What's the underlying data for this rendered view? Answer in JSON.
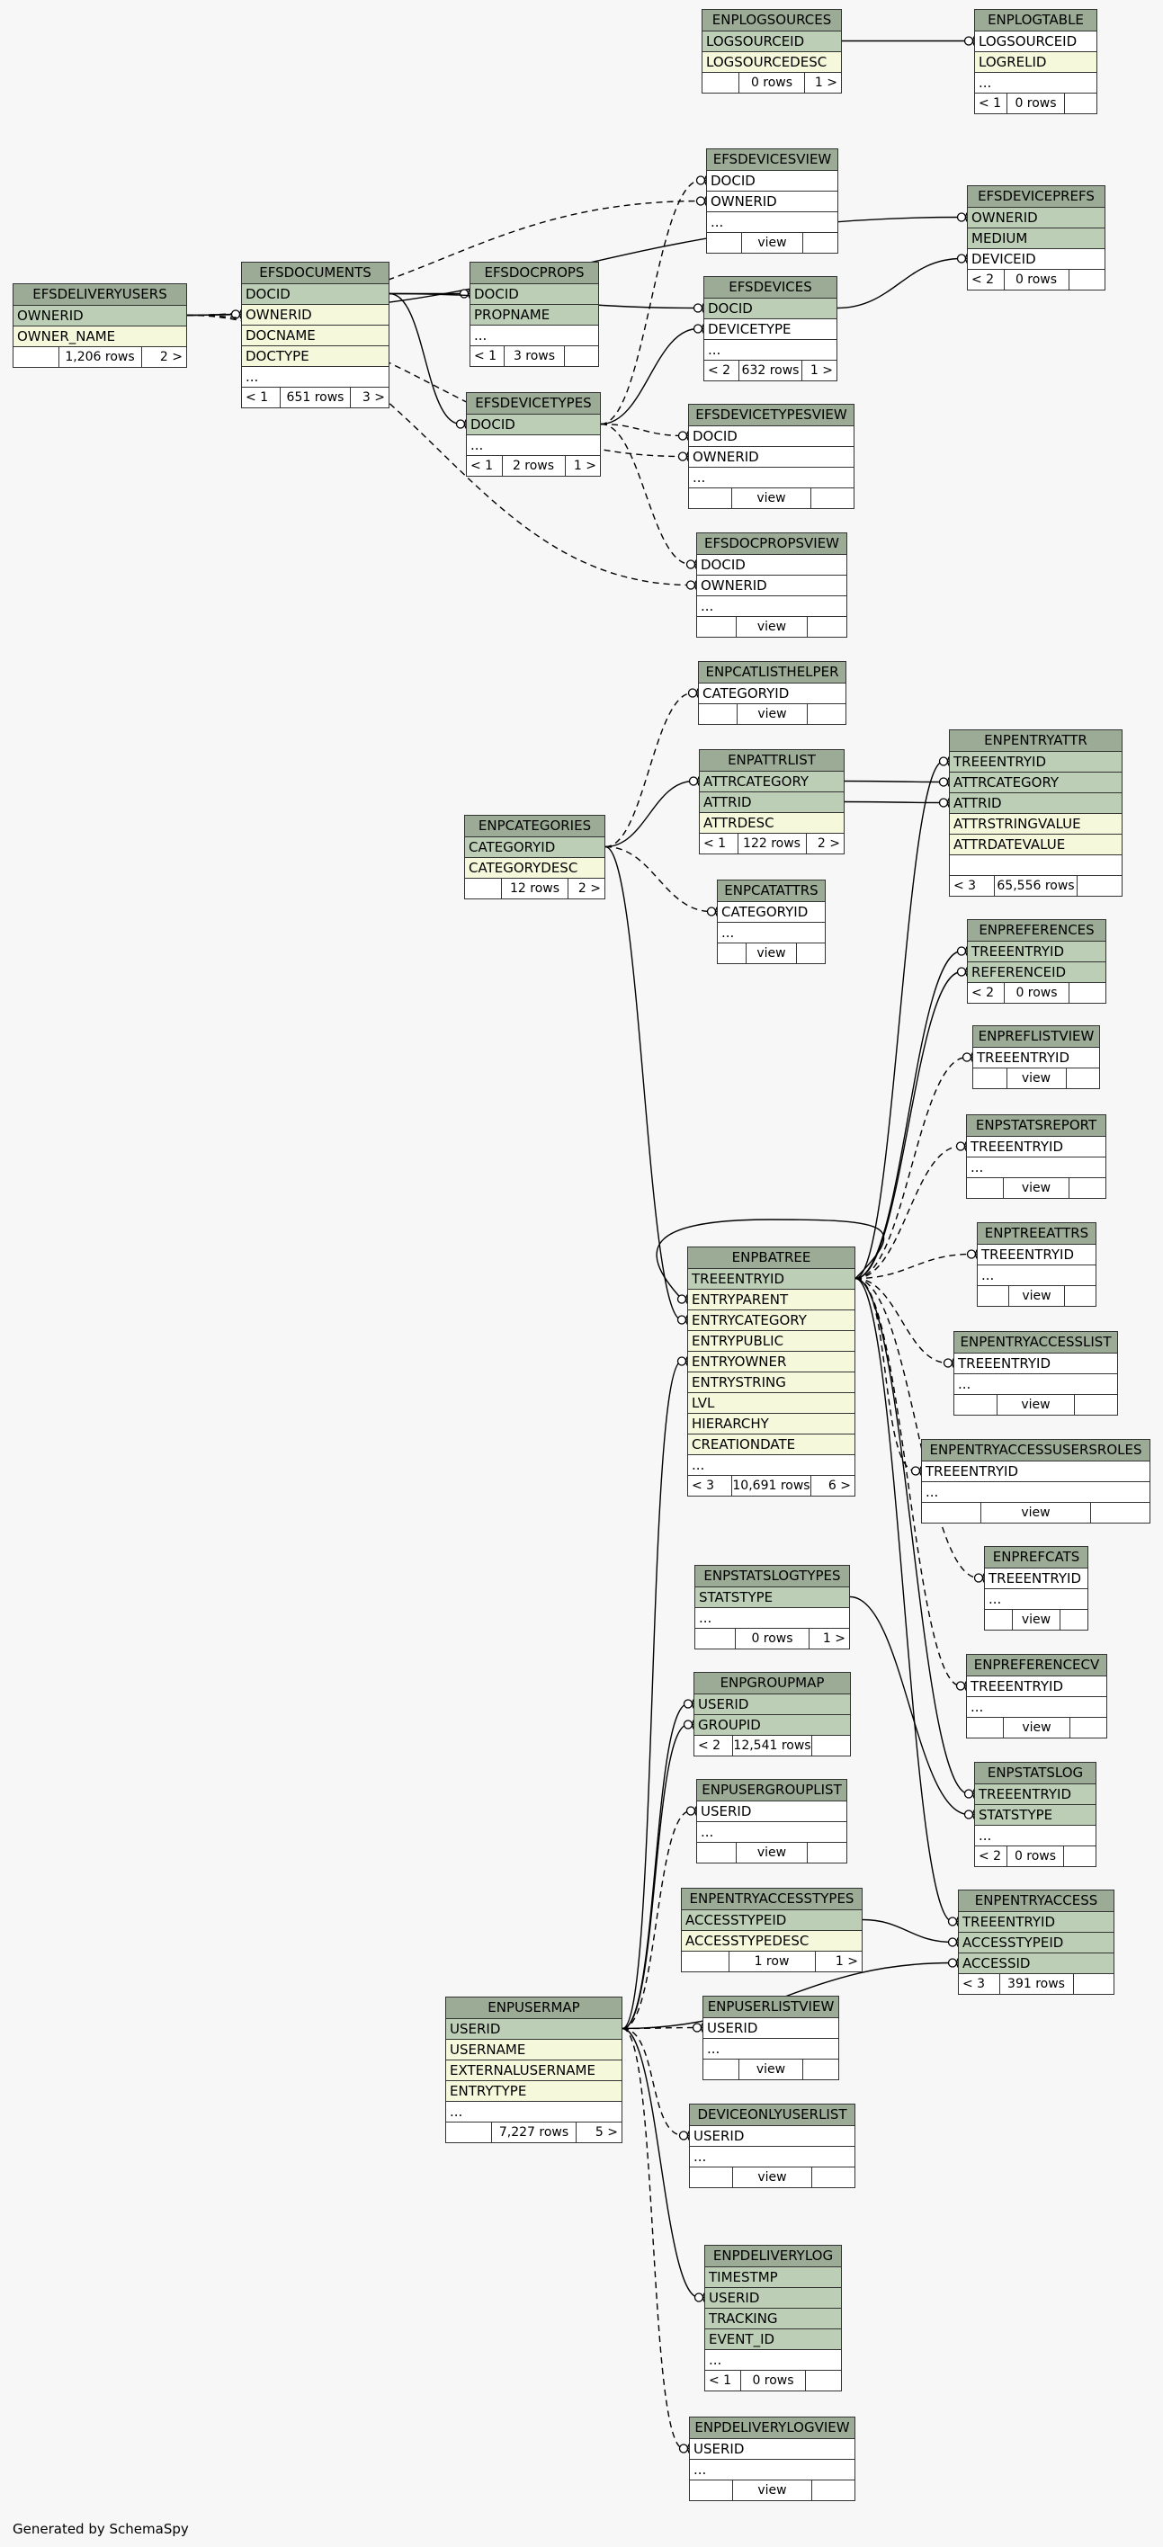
{
  "footer": "Generated by SchemaSpy",
  "tables": [
    {
      "id": "ENPLOGSOURCES",
      "name": "ENPLOGSOURCES",
      "cols": [
        {
          "n": "LOGSOURCEID",
          "k": "pk"
        },
        {
          "n": "LOGSOURCEDESC",
          "k": "col"
        }
      ],
      "foot": [
        "",
        "0 rows",
        "1 >"
      ]
    },
    {
      "id": "ENPLOGTABLE",
      "name": "ENPLOGTABLE",
      "cols": [
        {
          "n": "LOGSOURCEID",
          "k": "plain"
        },
        {
          "n": "LOGRELID",
          "k": "col"
        },
        {
          "n": "...",
          "k": "plain"
        }
      ],
      "foot": [
        "< 1",
        "0 rows",
        ""
      ]
    },
    {
      "id": "EFSDEVICESVIEW",
      "name": "EFSDEVICESVIEW",
      "cols": [
        {
          "n": "DOCID",
          "k": "plain"
        },
        {
          "n": "OWNERID",
          "k": "plain"
        },
        {
          "n": "...",
          "k": "plain"
        }
      ],
      "foot": [
        "",
        "view",
        ""
      ]
    },
    {
      "id": "EFSDEVICEPREFS",
      "name": "EFSDEVICEPREFS",
      "cols": [
        {
          "n": "OWNERID",
          "k": "pk"
        },
        {
          "n": "MEDIUM",
          "k": "pk"
        },
        {
          "n": "DEVICEID",
          "k": "plain"
        }
      ],
      "foot": [
        "< 2",
        "0 rows",
        ""
      ]
    },
    {
      "id": "EFSDELIVERYUSERS",
      "name": "EFSDELIVERYUSERS",
      "cols": [
        {
          "n": "OWNERID",
          "k": "pk"
        },
        {
          "n": "OWNER_NAME",
          "k": "col"
        }
      ],
      "foot": [
        "",
        "1,206 rows",
        "2 >"
      ]
    },
    {
      "id": "EFSDOCUMENTS",
      "name": "EFSDOCUMENTS",
      "cols": [
        {
          "n": "DOCID",
          "k": "pk"
        },
        {
          "n": "OWNERID",
          "k": "col"
        },
        {
          "n": "DOCNAME",
          "k": "col"
        },
        {
          "n": "DOCTYPE",
          "k": "col"
        },
        {
          "n": "...",
          "k": "plain"
        }
      ],
      "foot": [
        "< 1",
        "651 rows",
        "3 >"
      ]
    },
    {
      "id": "EFSDOCPROPS",
      "name": "EFSDOCPROPS",
      "cols": [
        {
          "n": "DOCID",
          "k": "pk"
        },
        {
          "n": "PROPNAME",
          "k": "pk"
        },
        {
          "n": "...",
          "k": "plain"
        }
      ],
      "foot": [
        "< 1",
        "3 rows",
        ""
      ]
    },
    {
      "id": "EFSDEVICES",
      "name": "EFSDEVICES",
      "cols": [
        {
          "n": "DOCID",
          "k": "pk"
        },
        {
          "n": "DEVICETYPE",
          "k": "plain"
        },
        {
          "n": "...",
          "k": "plain"
        }
      ],
      "foot": [
        "< 2",
        "632 rows",
        "1 >"
      ]
    },
    {
      "id": "EFSDEVICETYPES",
      "name": "EFSDEVICETYPES",
      "cols": [
        {
          "n": "DOCID",
          "k": "pk"
        },
        {
          "n": "...",
          "k": "plain"
        }
      ],
      "foot": [
        "< 1",
        "2 rows",
        "1 >"
      ]
    },
    {
      "id": "EFSDEVICETYPESVIEW",
      "name": "EFSDEVICETYPESVIEW",
      "cols": [
        {
          "n": "DOCID",
          "k": "plain"
        },
        {
          "n": "OWNERID",
          "k": "plain"
        },
        {
          "n": "...",
          "k": "plain"
        }
      ],
      "foot": [
        "",
        "view",
        ""
      ]
    },
    {
      "id": "EFSDOCPROPSVIEW",
      "name": "EFSDOCPROPSVIEW",
      "cols": [
        {
          "n": "DOCID",
          "k": "plain"
        },
        {
          "n": "OWNERID",
          "k": "plain"
        },
        {
          "n": "...",
          "k": "plain"
        }
      ],
      "foot": [
        "",
        "view",
        ""
      ]
    },
    {
      "id": "ENPCATLISTHELPER",
      "name": "ENPCATLISTHELPER",
      "cols": [
        {
          "n": "CATEGORYID",
          "k": "plain"
        }
      ],
      "foot": [
        "",
        "view",
        ""
      ]
    },
    {
      "id": "ENPATTRLIST",
      "name": "ENPATTRLIST",
      "cols": [
        {
          "n": "ATTRCATEGORY",
          "k": "pk"
        },
        {
          "n": "ATTRID",
          "k": "pk"
        },
        {
          "n": "ATTRDESC",
          "k": "col"
        }
      ],
      "foot": [
        "< 1",
        "122 rows",
        "2 >"
      ]
    },
    {
      "id": "ENPENTRYATTR",
      "name": "ENPENTRYATTR",
      "cols": [
        {
          "n": "TREEENTRYID",
          "k": "pk"
        },
        {
          "n": "ATTRCATEGORY",
          "k": "pk"
        },
        {
          "n": "ATTRID",
          "k": "pk"
        },
        {
          "n": "ATTRSTRINGVALUE",
          "k": "col"
        },
        {
          "n": "ATTRDATEVALUE",
          "k": "col"
        },
        {
          "n": "",
          "k": "plain"
        }
      ],
      "foot": [
        "< 3",
        "65,556 rows",
        ""
      ]
    },
    {
      "id": "ENPCATEGORIES",
      "name": "ENPCATEGORIES",
      "cols": [
        {
          "n": "CATEGORYID",
          "k": "pk"
        },
        {
          "n": "CATEGORYDESC",
          "k": "col"
        }
      ],
      "foot": [
        "",
        "12 rows",
        "2 >"
      ]
    },
    {
      "id": "ENPCATATTRS",
      "name": "ENPCATATTRS",
      "cols": [
        {
          "n": "CATEGORYID",
          "k": "plain"
        },
        {
          "n": "...",
          "k": "plain"
        }
      ],
      "foot": [
        "",
        "view",
        ""
      ]
    },
    {
      "id": "ENPREFERENCES",
      "name": "ENPREFERENCES",
      "cols": [
        {
          "n": "TREEENTRYID",
          "k": "pk"
        },
        {
          "n": "REFERENCEID",
          "k": "pk"
        }
      ],
      "foot": [
        "< 2",
        "0 rows",
        ""
      ]
    },
    {
      "id": "ENPREFLISTVIEW",
      "name": "ENPREFLISTVIEW",
      "cols": [
        {
          "n": "TREEENTRYID",
          "k": "plain"
        }
      ],
      "foot": [
        "",
        "view",
        ""
      ]
    },
    {
      "id": "ENPSTATSREPORT",
      "name": "ENPSTATSREPORT",
      "cols": [
        {
          "n": "TREEENTRYID",
          "k": "plain"
        },
        {
          "n": "...",
          "k": "plain"
        }
      ],
      "foot": [
        "",
        "view",
        ""
      ]
    },
    {
      "id": "ENPTREEATTRS",
      "name": "ENPTREEATTRS",
      "cols": [
        {
          "n": "TREEENTRYID",
          "k": "plain"
        },
        {
          "n": "...",
          "k": "plain"
        }
      ],
      "foot": [
        "",
        "view",
        ""
      ]
    },
    {
      "id": "ENPBATREE",
      "name": "ENPBATREE",
      "cols": [
        {
          "n": "TREEENTRYID",
          "k": "pk"
        },
        {
          "n": "ENTRYPARENT",
          "k": "col"
        },
        {
          "n": "ENTRYCATEGORY",
          "k": "col"
        },
        {
          "n": "ENTRYPUBLIC",
          "k": "col"
        },
        {
          "n": "ENTRYOWNER",
          "k": "col"
        },
        {
          "n": "ENTRYSTRING",
          "k": "col"
        },
        {
          "n": "LVL",
          "k": "col"
        },
        {
          "n": "HIERARCHY",
          "k": "col"
        },
        {
          "n": "CREATIONDATE",
          "k": "col"
        },
        {
          "n": "...",
          "k": "plain"
        }
      ],
      "foot": [
        "< 3",
        "10,691 rows",
        "6 >"
      ]
    },
    {
      "id": "ENPENTRYACCESSLIST",
      "name": "ENPENTRYACCESSLIST",
      "cols": [
        {
          "n": "TREEENTRYID",
          "k": "plain"
        },
        {
          "n": "...",
          "k": "plain"
        }
      ],
      "foot": [
        "",
        "view",
        ""
      ]
    },
    {
      "id": "ENPENTRYACCESSUSERSROLES",
      "name": "ENPENTRYACCESSUSERSROLES",
      "cols": [
        {
          "n": "TREEENTRYID",
          "k": "plain"
        },
        {
          "n": "...",
          "k": "plain"
        }
      ],
      "foot": [
        "",
        "view",
        ""
      ]
    },
    {
      "id": "ENPREFCATS",
      "name": "ENPREFCATS",
      "cols": [
        {
          "n": "TREEENTRYID",
          "k": "plain"
        },
        {
          "n": "...",
          "k": "plain"
        }
      ],
      "foot": [
        "",
        "view",
        ""
      ]
    },
    {
      "id": "ENPSTATSLOGTYPES",
      "name": "ENPSTATSLOGTYPES",
      "cols": [
        {
          "n": "STATSTYPE",
          "k": "pk"
        },
        {
          "n": "...",
          "k": "plain"
        }
      ],
      "foot": [
        "",
        "0 rows",
        "1 >"
      ]
    },
    {
      "id": "ENPREFERENCECV",
      "name": "ENPREFERENCECV",
      "cols": [
        {
          "n": "TREEENTRYID",
          "k": "plain"
        },
        {
          "n": "...",
          "k": "plain"
        }
      ],
      "foot": [
        "",
        "view",
        ""
      ]
    },
    {
      "id": "ENPGROUPMAP",
      "name": "ENPGROUPMAP",
      "cols": [
        {
          "n": "USERID",
          "k": "pk"
        },
        {
          "n": "GROUPID",
          "k": "pk"
        }
      ],
      "foot": [
        "< 2",
        "12,541 rows",
        ""
      ]
    },
    {
      "id": "ENPSTATSLOG",
      "name": "ENPSTATSLOG",
      "cols": [
        {
          "n": "TREEENTRYID",
          "k": "pk"
        },
        {
          "n": "STATSTYPE",
          "k": "pk"
        },
        {
          "n": "...",
          "k": "plain"
        }
      ],
      "foot": [
        "< 2",
        "0 rows",
        ""
      ]
    },
    {
      "id": "ENPUSERGROUPLIST",
      "name": "ENPUSERGROUPLIST",
      "cols": [
        {
          "n": "USERID",
          "k": "plain"
        },
        {
          "n": "...",
          "k": "plain"
        }
      ],
      "foot": [
        "",
        "view",
        ""
      ]
    },
    {
      "id": "ENPENTRYACCESSTYPES",
      "name": "ENPENTRYACCESSTYPES",
      "cols": [
        {
          "n": "ACCESSTYPEID",
          "k": "pk"
        },
        {
          "n": "ACCESSTYPEDESC",
          "k": "col"
        }
      ],
      "foot": [
        "",
        "1 row",
        "1 >"
      ]
    },
    {
      "id": "ENPENTRYACCESS",
      "name": "ENPENTRYACCESS",
      "cols": [
        {
          "n": "TREEENTRYID",
          "k": "pk"
        },
        {
          "n": "ACCESSTYPEID",
          "k": "pk"
        },
        {
          "n": "ACCESSID",
          "k": "pk"
        }
      ],
      "foot": [
        "< 3",
        "391 rows",
        ""
      ]
    },
    {
      "id": "ENPUSERMAP",
      "name": "ENPUSERMAP",
      "cols": [
        {
          "n": "USERID",
          "k": "pk"
        },
        {
          "n": "USERNAME",
          "k": "col"
        },
        {
          "n": "EXTERNALUSERNAME",
          "k": "col"
        },
        {
          "n": "ENTRYTYPE",
          "k": "col"
        },
        {
          "n": "...",
          "k": "plain"
        }
      ],
      "foot": [
        "",
        "7,227 rows",
        "5 >"
      ]
    },
    {
      "id": "ENPUSERLISTVIEW",
      "name": "ENPUSERLISTVIEW",
      "cols": [
        {
          "n": "USERID",
          "k": "plain"
        },
        {
          "n": "...",
          "k": "plain"
        }
      ],
      "foot": [
        "",
        "view",
        ""
      ]
    },
    {
      "id": "DEVICEONLYUSERLIST",
      "name": "DEVICEONLYUSERLIST",
      "cols": [
        {
          "n": "USERID",
          "k": "plain"
        },
        {
          "n": "...",
          "k": "plain"
        }
      ],
      "foot": [
        "",
        "view",
        ""
      ]
    },
    {
      "id": "ENPDELIVERYLOG",
      "name": "ENPDELIVERYLOG",
      "cols": [
        {
          "n": "TIMESTMP",
          "k": "pk"
        },
        {
          "n": "USERID",
          "k": "pk"
        },
        {
          "n": "TRACKING",
          "k": "pk"
        },
        {
          "n": "EVENT_ID",
          "k": "pk"
        },
        {
          "n": "...",
          "k": "plain"
        }
      ],
      "foot": [
        "< 1",
        "0 rows",
        ""
      ]
    },
    {
      "id": "ENPDELIVERYLOGVIEW",
      "name": "ENPDELIVERYLOGVIEW",
      "cols": [
        {
          "n": "USERID",
          "k": "plain"
        },
        {
          "n": "...",
          "k": "plain"
        }
      ],
      "foot": [
        "",
        "view",
        ""
      ]
    }
  ],
  "relations": [
    {
      "from": "ENPLOGSOURCES",
      "fr": 0,
      "to": "ENPLOGTABLE",
      "tr": 0,
      "dash": false
    },
    {
      "from": "EFSDELIVERYUSERS",
      "fr": 0,
      "to": "EFSDEVICEPREFS",
      "tr": 0,
      "dash": false
    },
    {
      "from": "EFSDELIVERYUSERS",
      "fr": 0,
      "to": "EFSDEVICESVIEW",
      "tr": 1,
      "dash": true
    },
    {
      "from": "EFSDELIVERYUSERS",
      "fr": 0,
      "to": "EFSDOCUMENTS",
      "tr": 1,
      "dash": false
    },
    {
      "from": "EFSDELIVERYUSERS",
      "fr": 0,
      "to": "EFSDEVICETYPESVIEW",
      "tr": 1,
      "dash": true
    },
    {
      "from": "EFSDELIVERYUSERS",
      "fr": 0,
      "to": "EFSDOCPROPSVIEW",
      "tr": 1,
      "dash": true
    },
    {
      "from": "EFSDOCUMENTS",
      "fr": 0,
      "to": "EFSDOCPROPS",
      "tr": 0,
      "dash": false
    },
    {
      "from": "EFSDOCUMENTS",
      "fr": 0,
      "to": "EFSDEVICES",
      "tr": 0,
      "dash": false
    },
    {
      "from": "EFSDOCUMENTS",
      "fr": 0,
      "to": "EFSDEVICETYPES",
      "tr": 0,
      "dash": false
    },
    {
      "from": "EFSDEVICES",
      "fr": 0,
      "to": "EFSDEVICEPREFS",
      "tr": 2,
      "dash": false
    },
    {
      "from": "EFSDEVICETYPES",
      "fr": 0,
      "to": "EFSDEVICES",
      "tr": 1,
      "dash": false
    },
    {
      "from": "EFSDEVICETYPES",
      "fr": 0,
      "to": "EFSDEVICESVIEW",
      "tr": 0,
      "dash": true
    },
    {
      "from": "EFSDEVICETYPES",
      "fr": 0,
      "to": "EFSDEVICETYPESVIEW",
      "tr": 0,
      "dash": true
    },
    {
      "from": "EFSDEVICETYPES",
      "fr": 0,
      "to": "EFSDOCPROPSVIEW",
      "tr": 0,
      "dash": true
    },
    {
      "from": "ENPCATEGORIES",
      "fr": 0,
      "to": "ENPCATLISTHELPER",
      "tr": 0,
      "dash": true
    },
    {
      "from": "ENPCATEGORIES",
      "fr": 0,
      "to": "ENPATTRLIST",
      "tr": 0,
      "dash": false
    },
    {
      "from": "ENPCATEGORIES",
      "fr": 0,
      "to": "ENPCATATTRS",
      "tr": 0,
      "dash": true
    },
    {
      "from": "ENPCATEGORIES",
      "fr": 0,
      "to": "ENPBATREE",
      "tr": 2,
      "dash": false
    },
    {
      "from": "ENPATTRLIST",
      "fr": 0,
      "to": "ENPENTRYATTR",
      "tr": 1,
      "dash": false
    },
    {
      "from": "ENPATTRLIST",
      "fr": 1,
      "to": "ENPENTRYATTR",
      "tr": 2,
      "dash": false
    },
    {
      "from": "ENPBATREE",
      "fr": 0,
      "to": "ENPENTRYATTR",
      "tr": 0,
      "dash": false
    },
    {
      "from": "ENPBATREE",
      "fr": 0,
      "to": "ENPREFERENCES",
      "tr": 0,
      "dash": false
    },
    {
      "from": "ENPBATREE",
      "fr": 0,
      "to": "ENPREFERENCES",
      "tr": 1,
      "dash": false
    },
    {
      "from": "ENPBATREE",
      "fr": 0,
      "to": "ENPREFLISTVIEW",
      "tr": 0,
      "dash": true
    },
    {
      "from": "ENPBATREE",
      "fr": 0,
      "to": "ENPSTATSREPORT",
      "tr": 0,
      "dash": true
    },
    {
      "from": "ENPBATREE",
      "fr": 0,
      "to": "ENPTREEATTRS",
      "tr": 0,
      "dash": true
    },
    {
      "from": "ENPBATREE",
      "fr": 0,
      "to": "ENPENTRYACCESSLIST",
      "tr": 0,
      "dash": true
    },
    {
      "from": "ENPBATREE",
      "fr": 0,
      "to": "ENPENTRYACCESSUSERSROLES",
      "tr": 0,
      "dash": true
    },
    {
      "from": "ENPBATREE",
      "fr": 0,
      "to": "ENPREFCATS",
      "tr": 0,
      "dash": true
    },
    {
      "from": "ENPBATREE",
      "fr": 0,
      "to": "ENPREFERENCECV",
      "tr": 0,
      "dash": true
    },
    {
      "from": "ENPBATREE",
      "fr": 0,
      "to": "ENPSTATSLOG",
      "tr": 0,
      "dash": false
    },
    {
      "from": "ENPBATREE",
      "fr": 0,
      "to": "ENPENTRYACCESS",
      "tr": 0,
      "dash": false
    },
    {
      "from": "ENPBATREE",
      "fr": 0,
      "to": "ENPBATREE",
      "tr": 1,
      "dash": false,
      "self": true
    },
    {
      "from": "ENPSTATSLOGTYPES",
      "fr": 0,
      "to": "ENPSTATSLOG",
      "tr": 1,
      "dash": false
    },
    {
      "from": "ENPENTRYACCESSTYPES",
      "fr": 0,
      "to": "ENPENTRYACCESS",
      "tr": 1,
      "dash": false
    },
    {
      "from": "ENPUSERMAP",
      "fr": 0,
      "to": "ENPBATREE",
      "tr": 4,
      "dash": false
    },
    {
      "from": "ENPUSERMAP",
      "fr": 0,
      "to": "ENPGROUPMAP",
      "tr": 0,
      "dash": false
    },
    {
      "from": "ENPUSERMAP",
      "fr": 0,
      "to": "ENPGROUPMAP",
      "tr": 1,
      "dash": false
    },
    {
      "from": "ENPUSERMAP",
      "fr": 0,
      "to": "ENPUSERGROUPLIST",
      "tr": 0,
      "dash": true
    },
    {
      "from": "ENPUSERMAP",
      "fr": 0,
      "to": "ENPUSERLISTVIEW",
      "tr": 0,
      "dash": true
    },
    {
      "from": "ENPUSERMAP",
      "fr": 0,
      "to": "DEVICEONLYUSERLIST",
      "tr": 0,
      "dash": true
    },
    {
      "from": "ENPUSERMAP",
      "fr": 0,
      "to": "ENPDELIVERYLOG",
      "tr": 1,
      "dash": false
    },
    {
      "from": "ENPUSERMAP",
      "fr": 0,
      "to": "ENPDELIVERYLOGVIEW",
      "tr": 0,
      "dash": true
    },
    {
      "from": "ENPUSERMAP",
      "fr": 0,
      "to": "ENPENTRYACCESS",
      "tr": 2,
      "dash": false
    }
  ]
}
